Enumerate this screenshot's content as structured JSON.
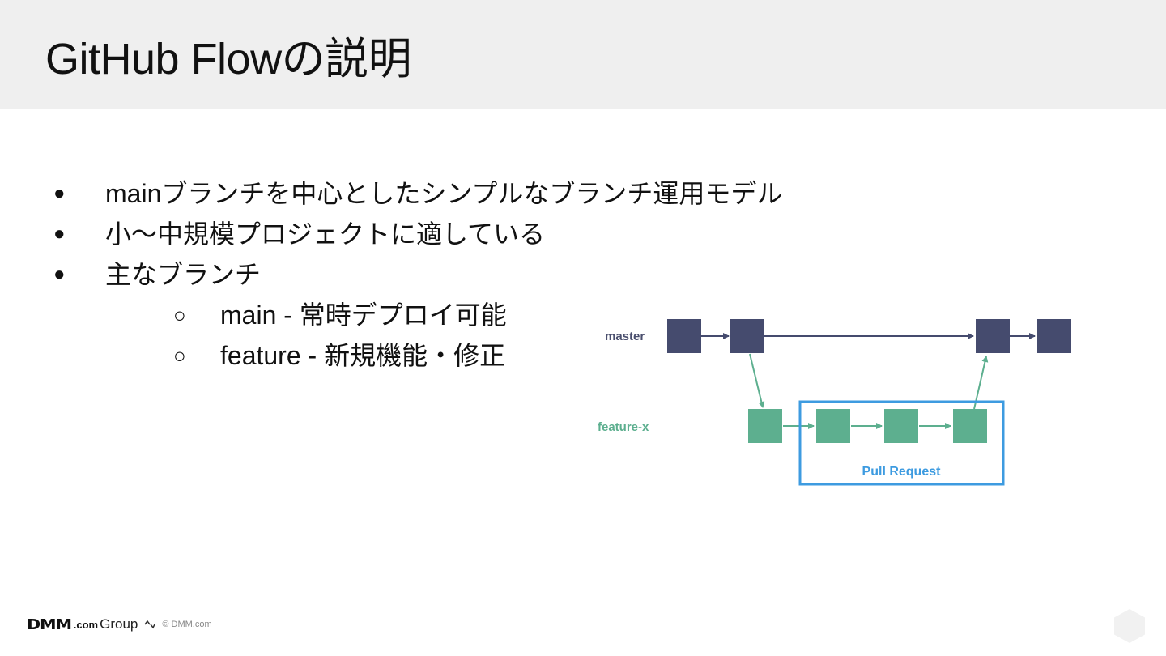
{
  "slide": {
    "title": "GitHub Flowの説明"
  },
  "bullets": [
    {
      "marker": "●",
      "text": "mainブランチを中心としたシンプルなブランチ運用モデル",
      "level": 1
    },
    {
      "marker": "●",
      "text": "小～中規模プロジェクトに適している",
      "level": 1
    },
    {
      "marker": "●",
      "text": "主なブランチ",
      "level": 1
    },
    {
      "marker": "○",
      "text": "main - 常時デプロイ可能",
      "level": 2
    },
    {
      "marker": "○",
      "text": "feature - 新規機能・修正",
      "level": 2
    }
  ],
  "diagram": {
    "master_label": "master",
    "feature_label": "feature-x",
    "pull_request_label": "Pull Request",
    "colors": {
      "master_commit": "#454b6e",
      "feature_commit": "#5daf8f",
      "pull_request_box": "#3d9be0",
      "master_text": "#4a4f6e",
      "feature_text": "#5daf8f"
    },
    "master_commits": 4,
    "feature_commits": 4
  },
  "footer": {
    "logo_dmm": "DMM",
    "logo_dotcom": ".com",
    "logo_group": "Group",
    "logo_mark_icon": "dmm-chevron-mark-icon",
    "copyright": "© DMM.com",
    "corner_icon": "hexagon-icon"
  }
}
